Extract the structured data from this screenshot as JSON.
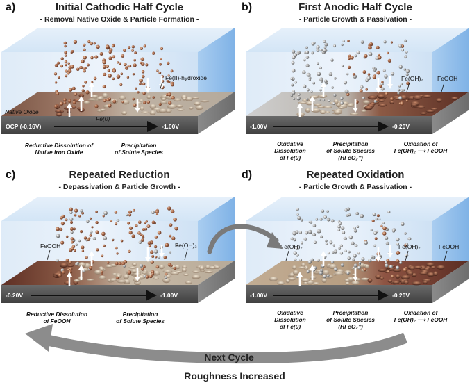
{
  "panels": [
    {
      "label": "a)",
      "title": "Initial Cathodic Half Cycle",
      "subtitle": "- Removal Native Oxide & Particle Formation -",
      "axis_start": "OCP (-0.16V)",
      "axis_end": "-1.00V",
      "species_tag": "Fe(II)-hydroxide",
      "surface_left": "Native Oxide",
      "surface_mid": "Fe(0)",
      "captions": [
        [
          "Reductive Dissolution of",
          "Native Iron Oxide"
        ],
        [
          "Precipitation",
          "of Solute Species"
        ]
      ]
    },
    {
      "label": "b)",
      "title": "First Anodic Half Cycle",
      "subtitle": "- Particle Growth & Passivation -",
      "axis_start": "-1.00V",
      "axis_end": "-0.20V",
      "tag_a": "Fe(OH)₂",
      "tag_b": "FeOOH",
      "captions": [
        [
          "Oxidative",
          "Dissolution",
          "of Fe(0)"
        ],
        [
          "Precipitation",
          "of Solute Species",
          "(HFeO₂⁻)"
        ],
        [
          "Oxidation of",
          "Fe(OH)₂ ⟶ FeOOH"
        ]
      ]
    },
    {
      "label": "c)",
      "title": "Repeated Reduction",
      "subtitle": "- Depassivation & Particle Growth -",
      "axis_start": "-0.20V",
      "axis_end": "-1.00V",
      "tag_a": "FeOOH",
      "tag_b": "Fe(OH)₂",
      "captions": [
        [
          "Reductive Dissolution",
          "of FeOOH"
        ],
        [
          "Precipitation",
          "of Solute Species"
        ]
      ]
    },
    {
      "label": "d)",
      "title": "Repeated Oxidation",
      "subtitle": "- Particle Growth & Passivation -",
      "axis_start": "-1.00V",
      "axis_end": "-0.20V",
      "tag_a": "Fe(OH)₂",
      "tag_b": "Fe(OH)₂",
      "tag_c": "FeOOH",
      "captions": [
        [
          "Oxidative",
          "Dissolution",
          "of Fe(0)"
        ],
        [
          "Precipitation",
          "of Solute Species",
          "(HFeO₂⁻)"
        ],
        [
          "Oxidation of",
          "Fe(OH)₂ ⟶ FeOOH"
        ]
      ]
    }
  ],
  "cycle": {
    "next": "Next Cycle",
    "result": "Roughness Increased"
  },
  "colors": {
    "liquid": "#b9d6f2",
    "oxide_brown": "#7a4a3a",
    "metal_grey": "#c8c8c8",
    "arrow_grey": "#8a8a8a"
  }
}
